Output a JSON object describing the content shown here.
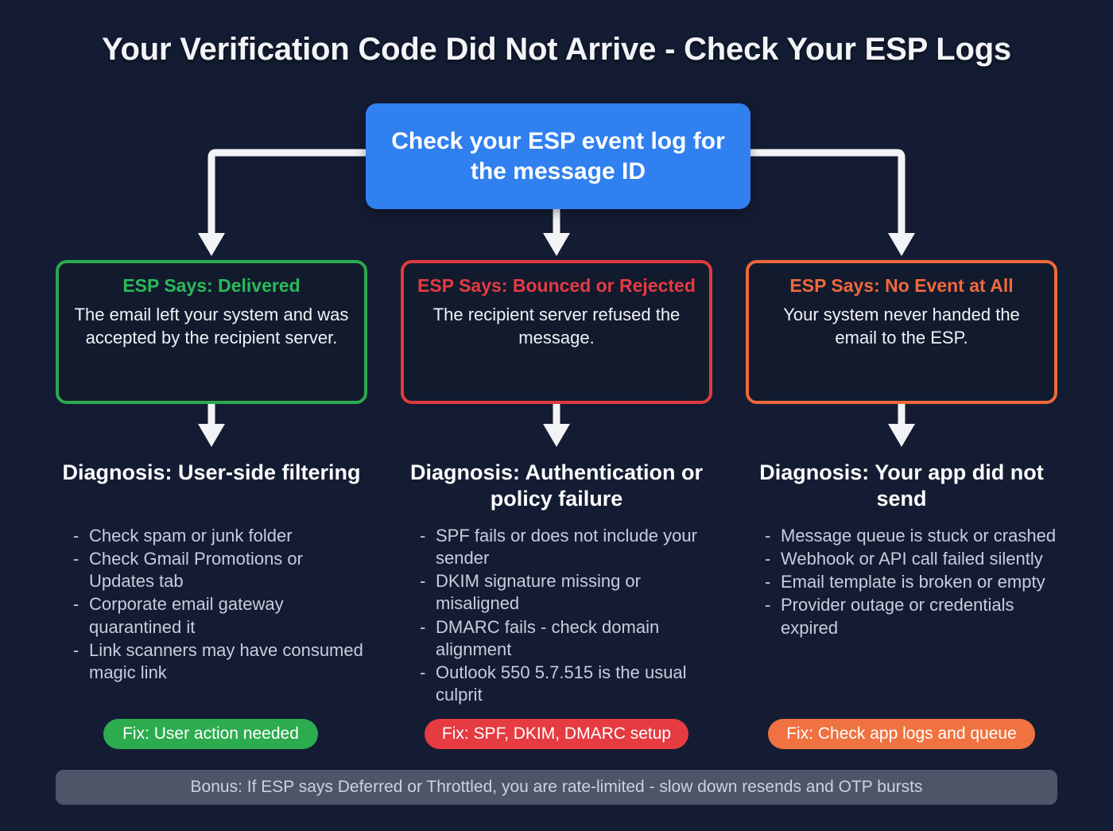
{
  "page": {
    "title": "Your Verification Code Did Not Arrive - Check Your ESP Logs",
    "background_color": "#141c33"
  },
  "root": {
    "text": "Check your ESP event log for the message ID",
    "color": "#3080f0"
  },
  "columns": [
    {
      "status": {
        "heading": "ESP Says: Delivered",
        "body": "The email left your system and was accepted by the recipient server.",
        "color": "#2aba58",
        "border_color": "#2aaa4e"
      },
      "diagnosis": "Diagnosis: User-side filtering",
      "bullets": [
        "Check spam or junk folder",
        "Check Gmail Promotions or Updates tab",
        "Corporate email gateway quarantined it",
        "Link scanners may have consumed magic link"
      ],
      "fix": {
        "label": "Fix: User action needed",
        "color": "#2cab4f"
      }
    },
    {
      "status": {
        "heading": "ESP Says: Bounced or Rejected",
        "body": "The recipient server refused the message.",
        "color": "#e53b42",
        "border_color": "#e03b40"
      },
      "diagnosis": "Diagnosis: Authentication or policy failure",
      "bullets": [
        "SPF fails or does not include your sender",
        "DKIM signature missing or misaligned",
        "DMARC fails - check domain alignment",
        "Outlook 550 5.7.515 is the usual culprit"
      ],
      "fix": {
        "label": "Fix: SPF, DKIM, DMARC setup",
        "color": "#e53b41"
      }
    },
    {
      "status": {
        "heading": "ESP Says: No Event at All",
        "body": "Your system never handed the email to the ESP.",
        "color": "#ef6a3b",
        "border_color": "#ee6a39"
      },
      "diagnosis": "Diagnosis: Your app did not send",
      "bullets": [
        "Message queue is stuck or crashed",
        "Webhook or API call failed silently",
        "Email template is broken or empty",
        "Provider outage or credentials expired"
      ],
      "fix": {
        "label": "Fix: Check app logs and queue",
        "color": "#ef7240"
      }
    }
  ],
  "bonus": {
    "text": "Bonus: If ESP says Deferred or Throttled, you are rate-limited - slow down resends and OTP bursts",
    "color": "#4c5668"
  },
  "bullet_marker": "-"
}
